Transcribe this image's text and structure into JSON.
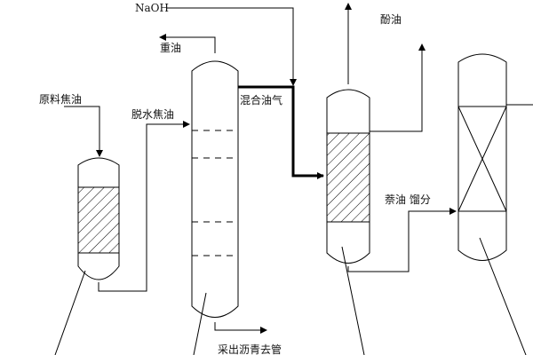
{
  "labels": {
    "naoh": "NaOH",
    "heavy_oil": "重油",
    "phenol_oil": "酚油",
    "raw_tar": "原料焦油",
    "dehydrated_tar": "脱水焦油",
    "mixed_oil_vapor": "混合油气",
    "naphthalene_fraction": "萘油 馏分",
    "pitch_outlet": "采出沥青去管"
  },
  "colors": {
    "line": "#000000",
    "text": "#111111",
    "background": "#ffffff"
  }
}
